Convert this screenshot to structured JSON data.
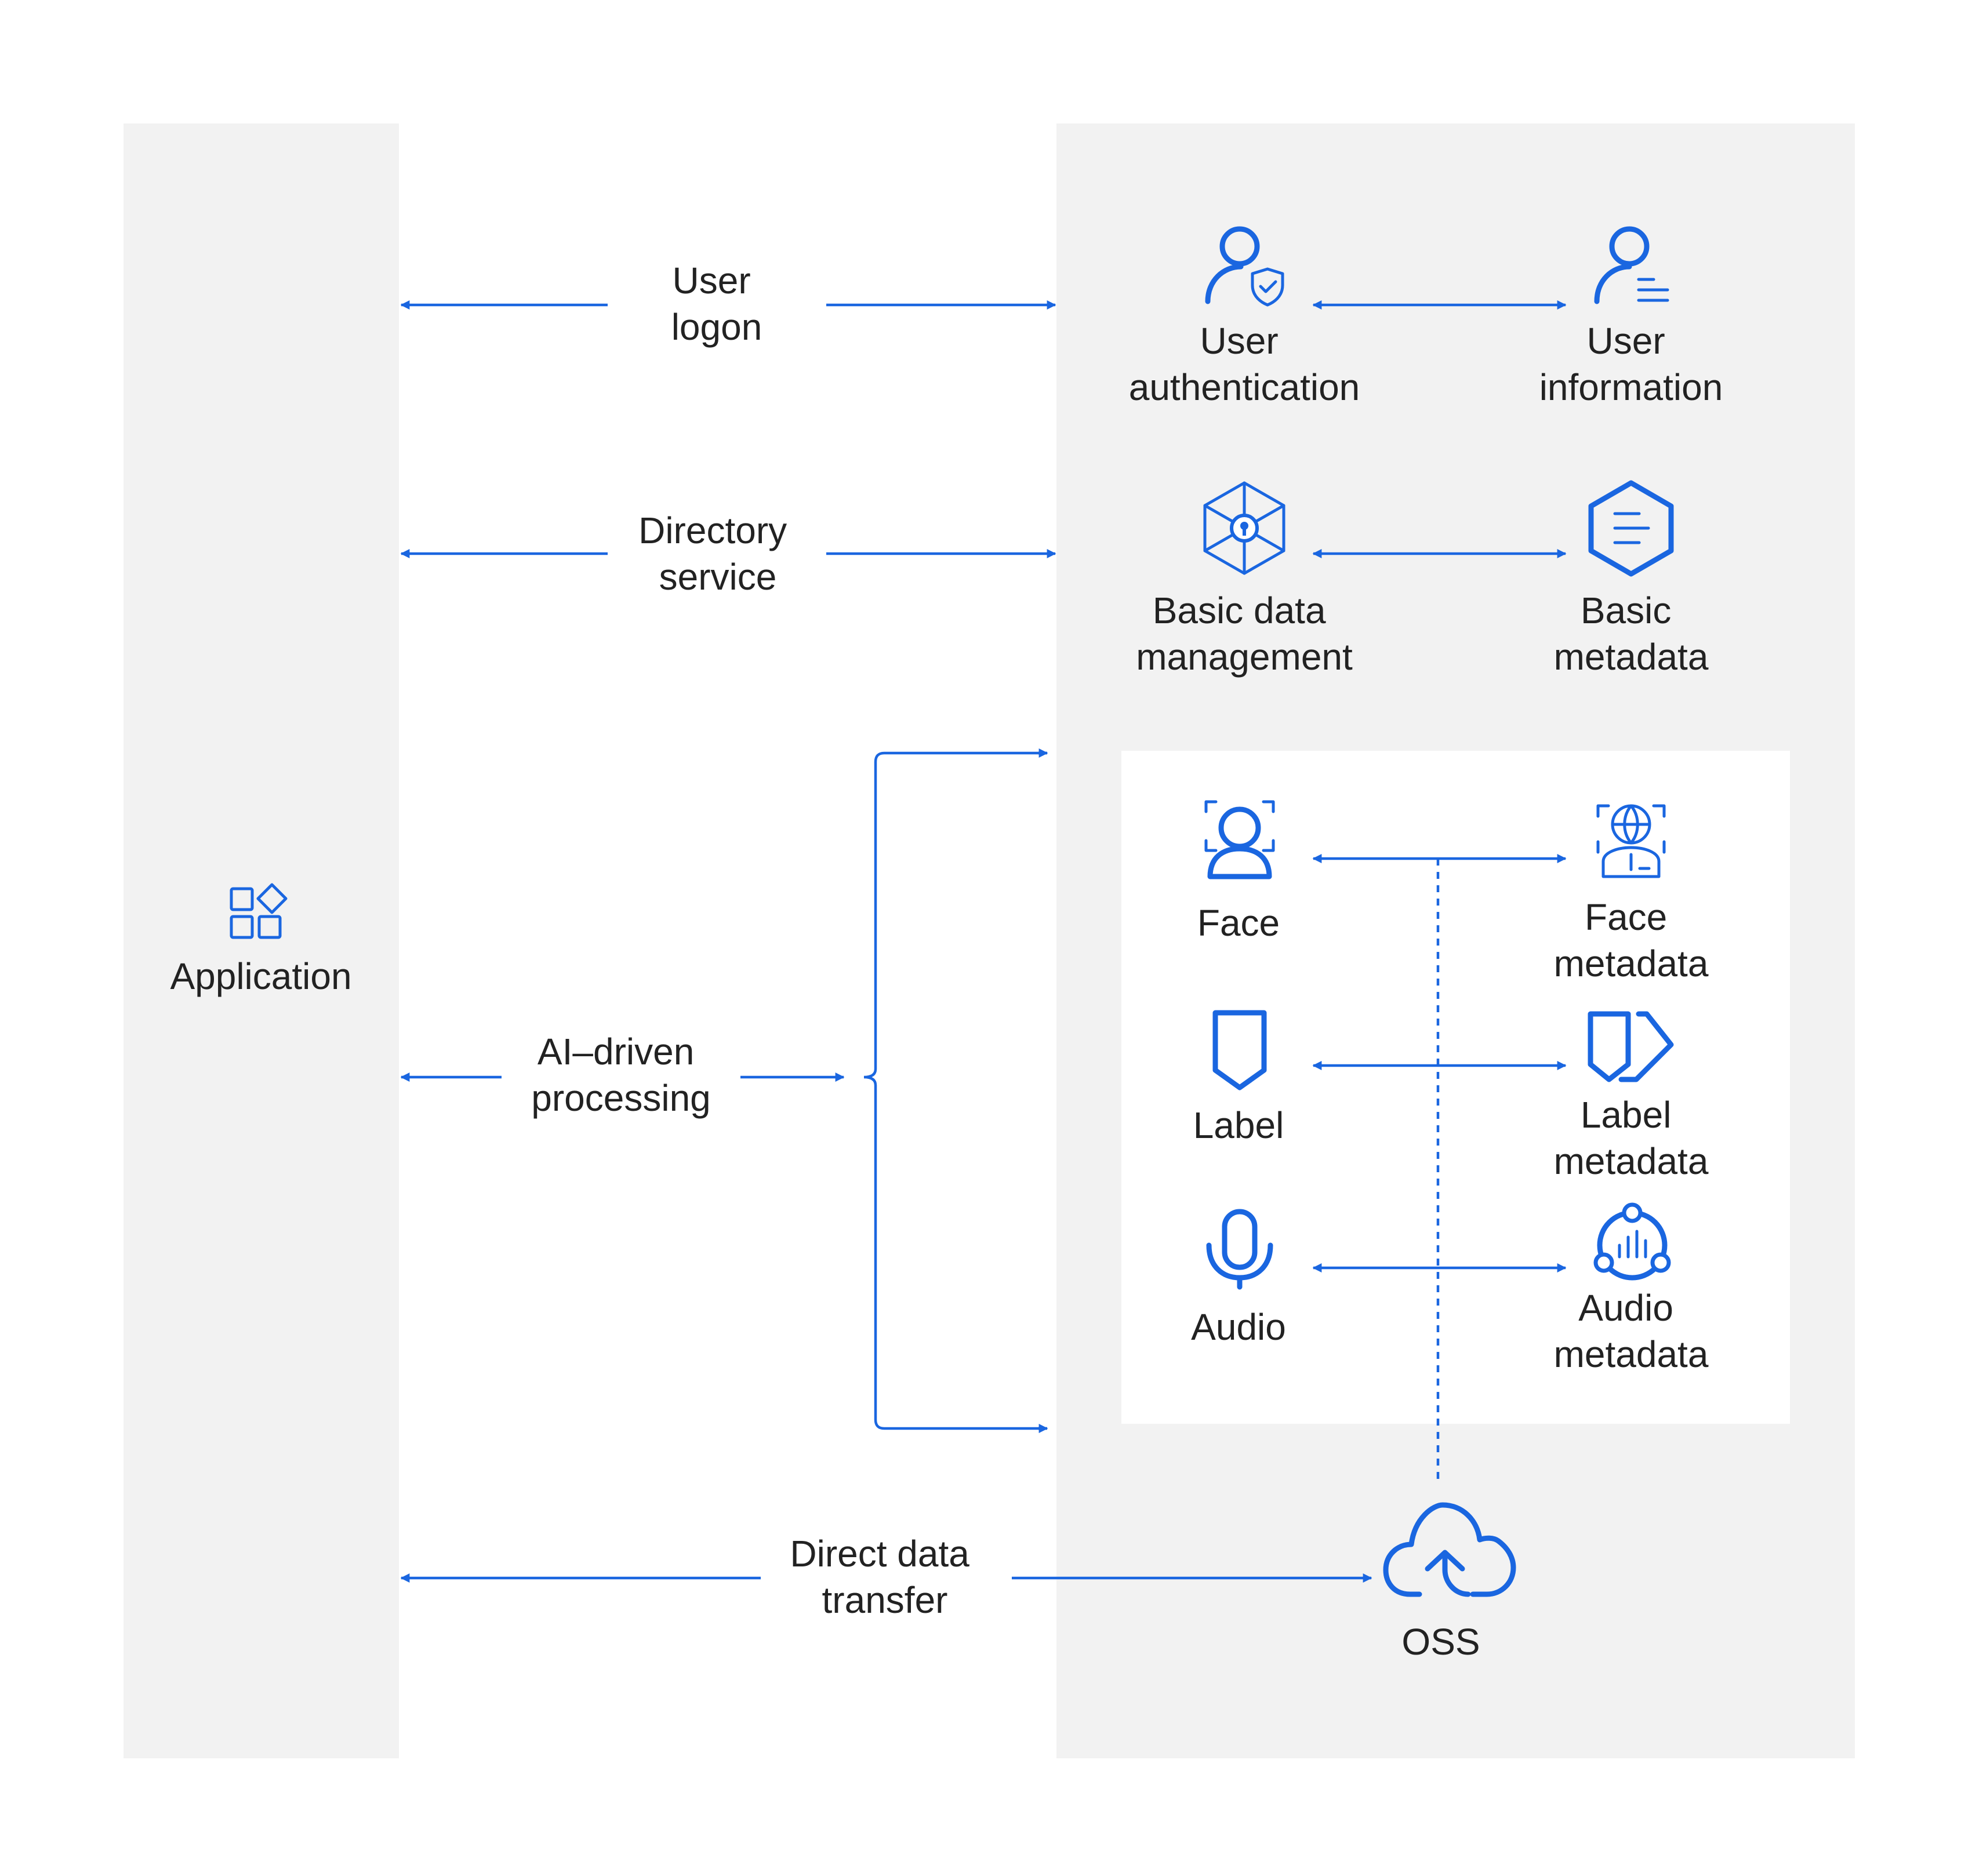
{
  "colors": {
    "accent": "#1a66e0",
    "panel": "#f2f2f2",
    "text": "#222222"
  },
  "application": {
    "label": "Application",
    "icon": "apps-grid-icon"
  },
  "flows": {
    "user_logon": [
      "User",
      "logon"
    ],
    "directory_service": [
      "Directory",
      "service"
    ],
    "ai_processing": [
      "AI–driven",
      "processing"
    ],
    "direct_transfer": [
      "Direct data",
      "transfer"
    ]
  },
  "services": {
    "user_authentication": {
      "label": [
        "User",
        "authentication"
      ],
      "icon": "user-shield-icon"
    },
    "user_information": {
      "label": [
        "User",
        "information"
      ],
      "icon": "user-list-icon"
    },
    "basic_data_management": {
      "label": [
        "Basic data",
        "management"
      ],
      "icon": "hexagon-lock-icon"
    },
    "basic_metadata": {
      "label": [
        "Basic",
        "metadata"
      ],
      "icon": "hexagon-document-icon"
    },
    "face": {
      "label": [
        "Face"
      ],
      "icon": "face-scan-icon"
    },
    "face_metadata": {
      "label": [
        "Face",
        "metadata"
      ],
      "icon": "face-id-badge-icon"
    },
    "label": {
      "label": [
        "Label"
      ],
      "icon": "tag-icon"
    },
    "label_metadata": {
      "label": [
        "Label",
        "metadata"
      ],
      "icon": "tags-icon"
    },
    "audio": {
      "label": [
        "Audio"
      ],
      "icon": "microphone-icon"
    },
    "audio_metadata": {
      "label": [
        "Audio",
        "metadata"
      ],
      "icon": "audio-analysis-icon"
    },
    "oss": {
      "label": [
        "OSS"
      ],
      "icon": "cloud-upload-icon"
    }
  }
}
